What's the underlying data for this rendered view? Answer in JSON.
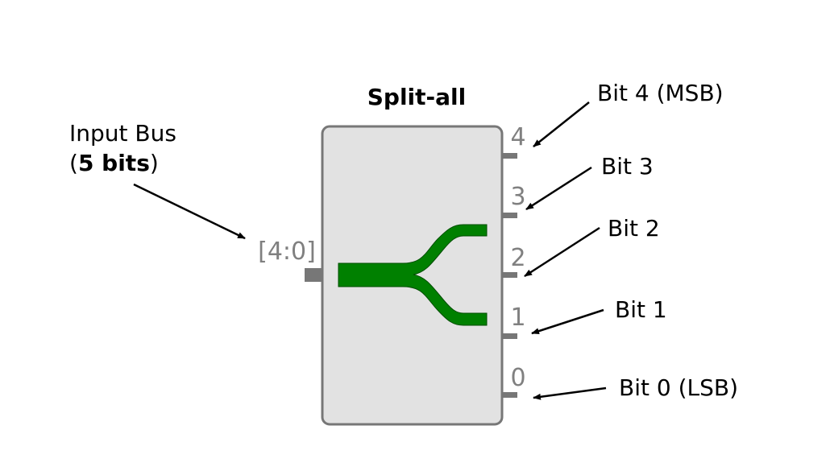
{
  "block": {
    "title": "Split-all",
    "input_range": "[4:0]",
    "outputs": [
      "4",
      "3",
      "2",
      "1",
      "0"
    ]
  },
  "annotations": {
    "input_line1": "Input Bus",
    "input_open": "(",
    "input_bold": "5 bits",
    "input_close": ")",
    "bit4": "Bit 4 (MSB)",
    "bit3": "Bit 3",
    "bit2": "Bit 2",
    "bit1": "Bit 1",
    "bit0": "Bit 0 (LSB)"
  },
  "colors": {
    "block_fill": "#e2e2e2",
    "block_stroke": "#777777",
    "port": "#777777",
    "port_text": "#808080",
    "splitter": "#008000",
    "text": "#000000"
  }
}
